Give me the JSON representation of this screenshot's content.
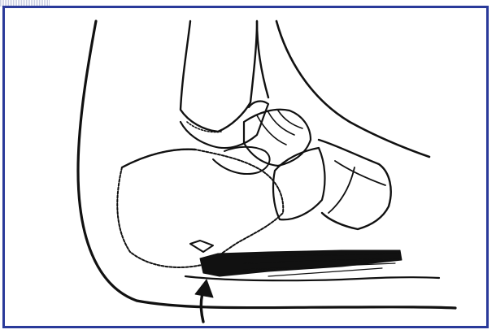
{
  "figure": {
    "description_kind": "line drawing",
    "colors": {
      "frame": "#2a3a9a",
      "ink": "#111111",
      "background": "#ffffff"
    },
    "icons": [
      "foot-outline",
      "heel-bone",
      "ankle-bones",
      "plantar-fascia",
      "pointer-arrow"
    ]
  }
}
